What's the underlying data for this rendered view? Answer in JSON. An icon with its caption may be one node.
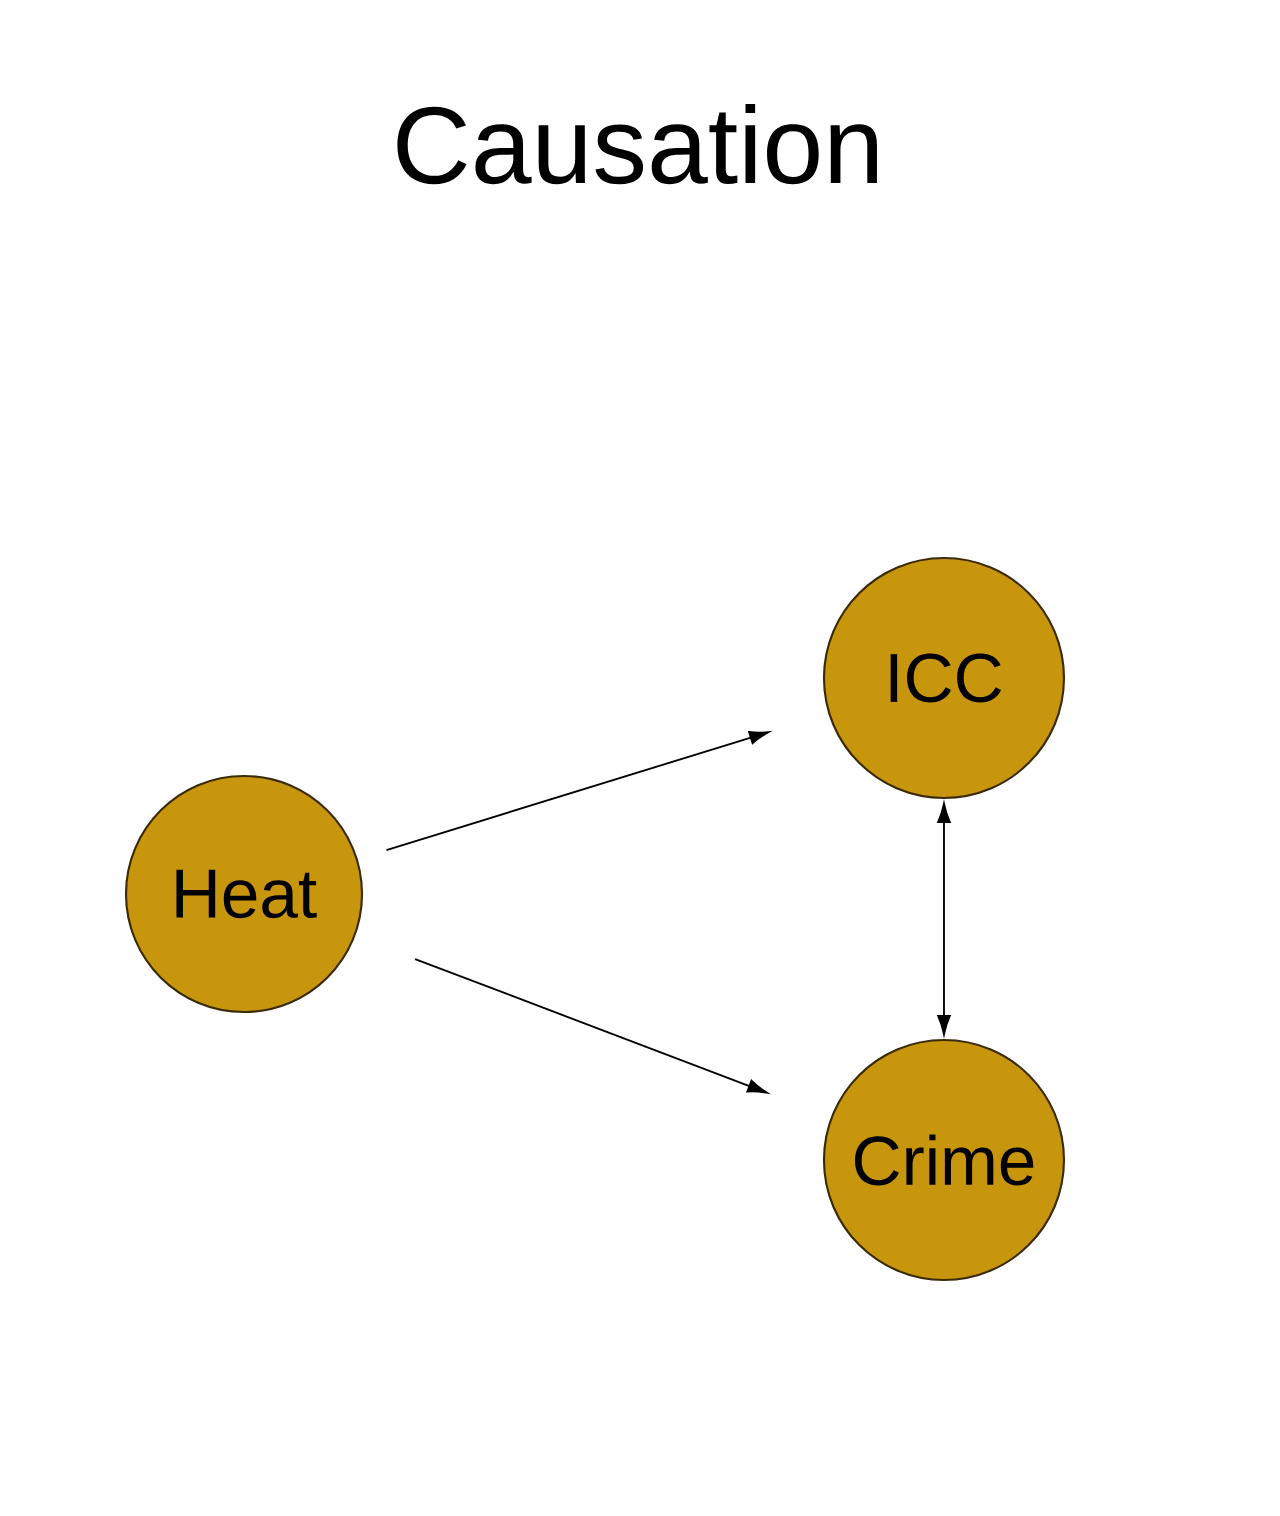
{
  "diagram": {
    "title": "Causation",
    "nodes": [
      {
        "text": [
          "Heat"
        ]
      },
      {
        "text": [
          "ICC"
        ]
      },
      {
        "text": [
          "Crime"
        ]
      }
    ],
    "edges": [
      {
        "from": 0,
        "to": 1,
        "arrow": "to"
      },
      {
        "from": 0,
        "to": 2,
        "arrow": "to"
      },
      {
        "from": 1,
        "to": 2,
        "arrow": "both"
      }
    ]
  }
}
